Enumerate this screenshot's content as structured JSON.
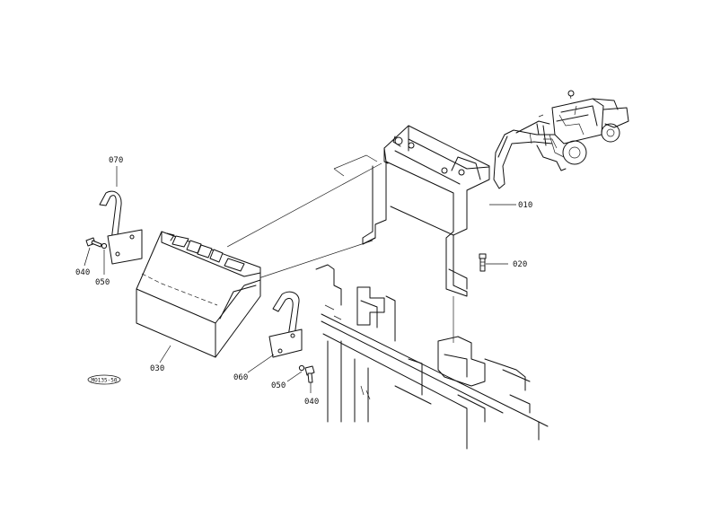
{
  "diagram": {
    "part_labels": {
      "p010": "010",
      "p020": "020",
      "p030": "030",
      "p040a": "040",
      "p040b": "040",
      "p050a": "050",
      "p050b": "050",
      "p060": "060",
      "p070": "070"
    },
    "drawing_code": "MO135-50"
  }
}
